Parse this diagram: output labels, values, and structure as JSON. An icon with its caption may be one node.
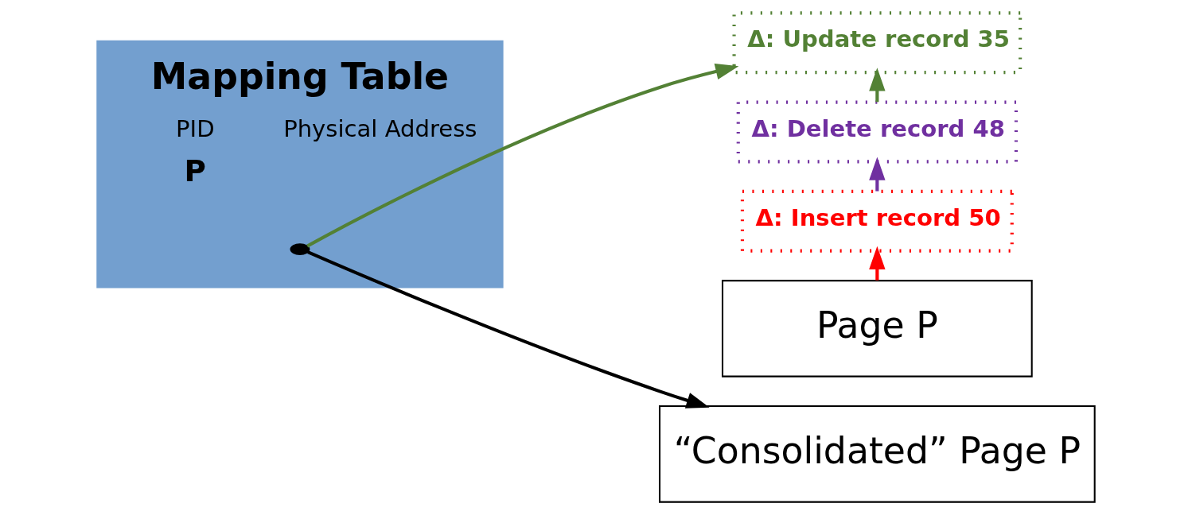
{
  "diagram": {
    "nodes": [
      {
        "text": [
          "Mapping Table",
          "PID",
          "Physical Address",
          "P"
        ]
      },
      {
        "text": [],
        "shape": "circle",
        "in": 0
      },
      {
        "text": [
          "Δ: Update record 35"
        ]
      },
      {
        "text": [
          "Δ: Delete record 48"
        ]
      },
      {
        "text": [
          "Δ: Insert record 50"
        ]
      },
      {
        "text": [
          "Page P"
        ]
      },
      {
        "text": [
          "“Consolidated” Page P"
        ]
      }
    ],
    "edges": [
      {
        "from": 1,
        "to": 2,
        "arrow": "to",
        "color": "#538135"
      },
      {
        "from": 1,
        "to": 6,
        "arrow": "to",
        "color": "#000000"
      },
      {
        "from": 3,
        "to": 2,
        "arrow": "to",
        "color": "#538135"
      },
      {
        "from": 4,
        "to": 3,
        "arrow": "to",
        "color": "#7030a0"
      },
      {
        "from": 5,
        "to": 4,
        "arrow": "to",
        "color": "#ff0000"
      }
    ]
  }
}
